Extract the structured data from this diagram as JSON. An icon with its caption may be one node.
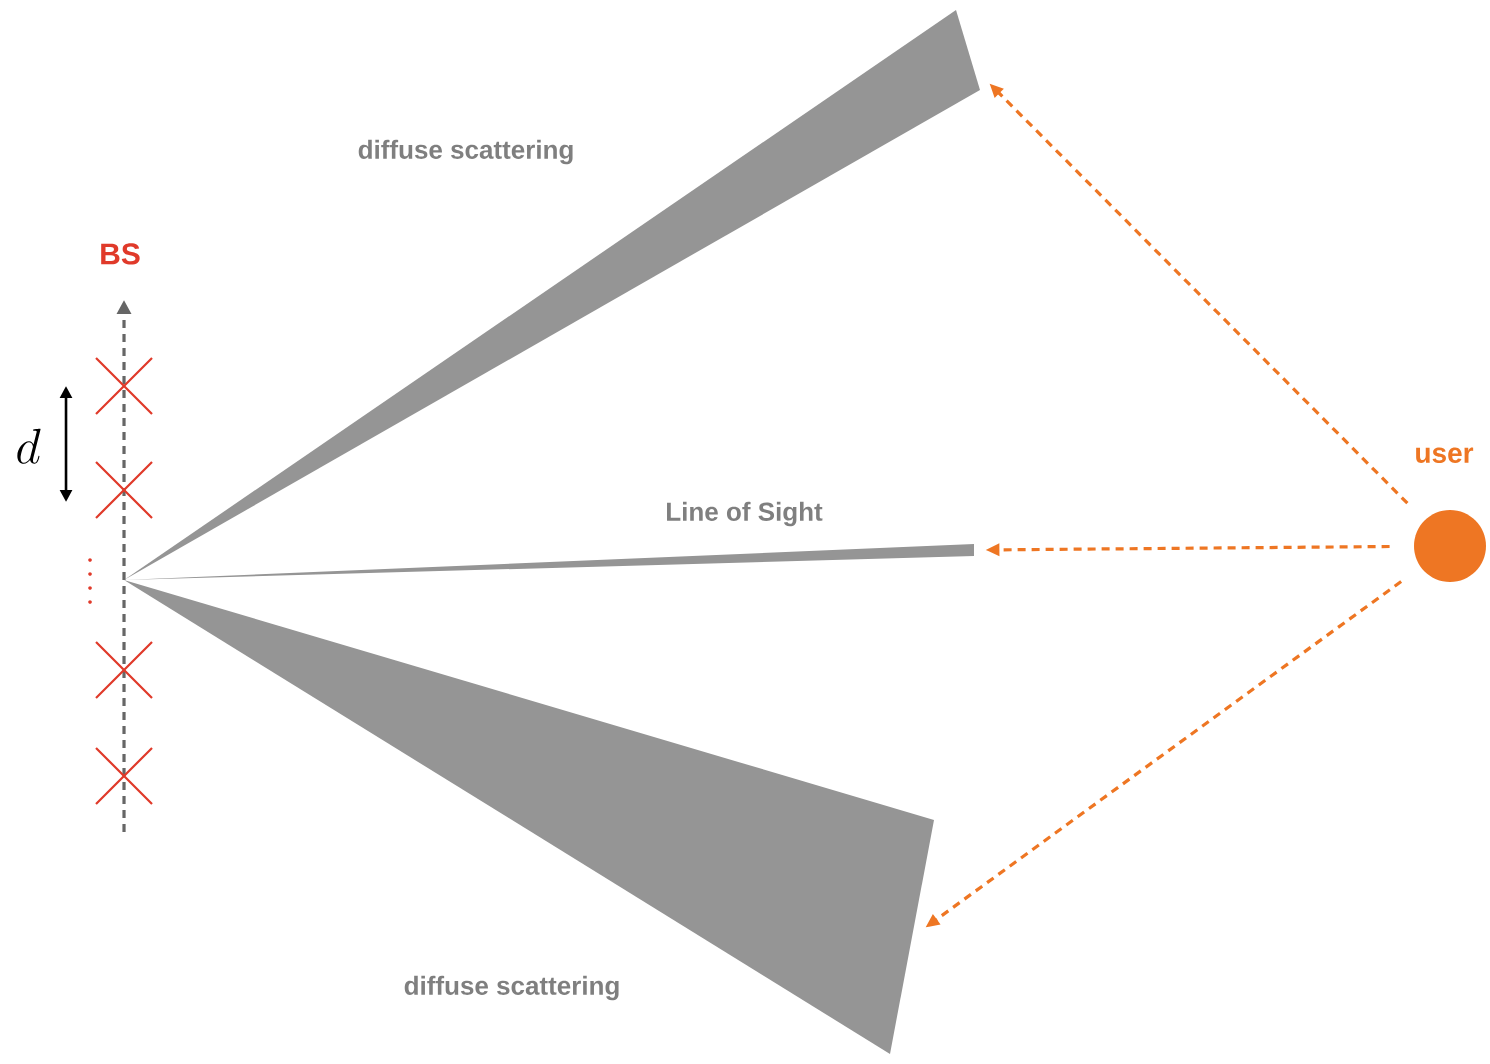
{
  "diagram": {
    "nodes": [
      {
        "text": [],
        "shape": "triangle",
        "beside": [
          "diffuse scattering"
        ]
      },
      {
        "text": [],
        "shape": "triangle"
      },
      {
        "text": [],
        "shape": "triangle",
        "beside": [
          "diffuse scattering"
        ]
      },
      {
        "text": [
          "user"
        ]
      }
    ],
    "edges": [
      {
        "from": 3,
        "to": 0,
        "arrow": "to",
        "style": "dashed",
        "color": "#ee7623"
      },
      {
        "from": 3,
        "to": 1,
        "arrow": "to",
        "style": "dashed",
        "color": "#ee7623"
      },
      {
        "from": 3,
        "to": 2,
        "arrow": "to",
        "style": "dashed",
        "color": "#ee7623"
      }
    ],
    "labels": [
      "BS",
      "d",
      "Line of Sight"
    ]
  }
}
